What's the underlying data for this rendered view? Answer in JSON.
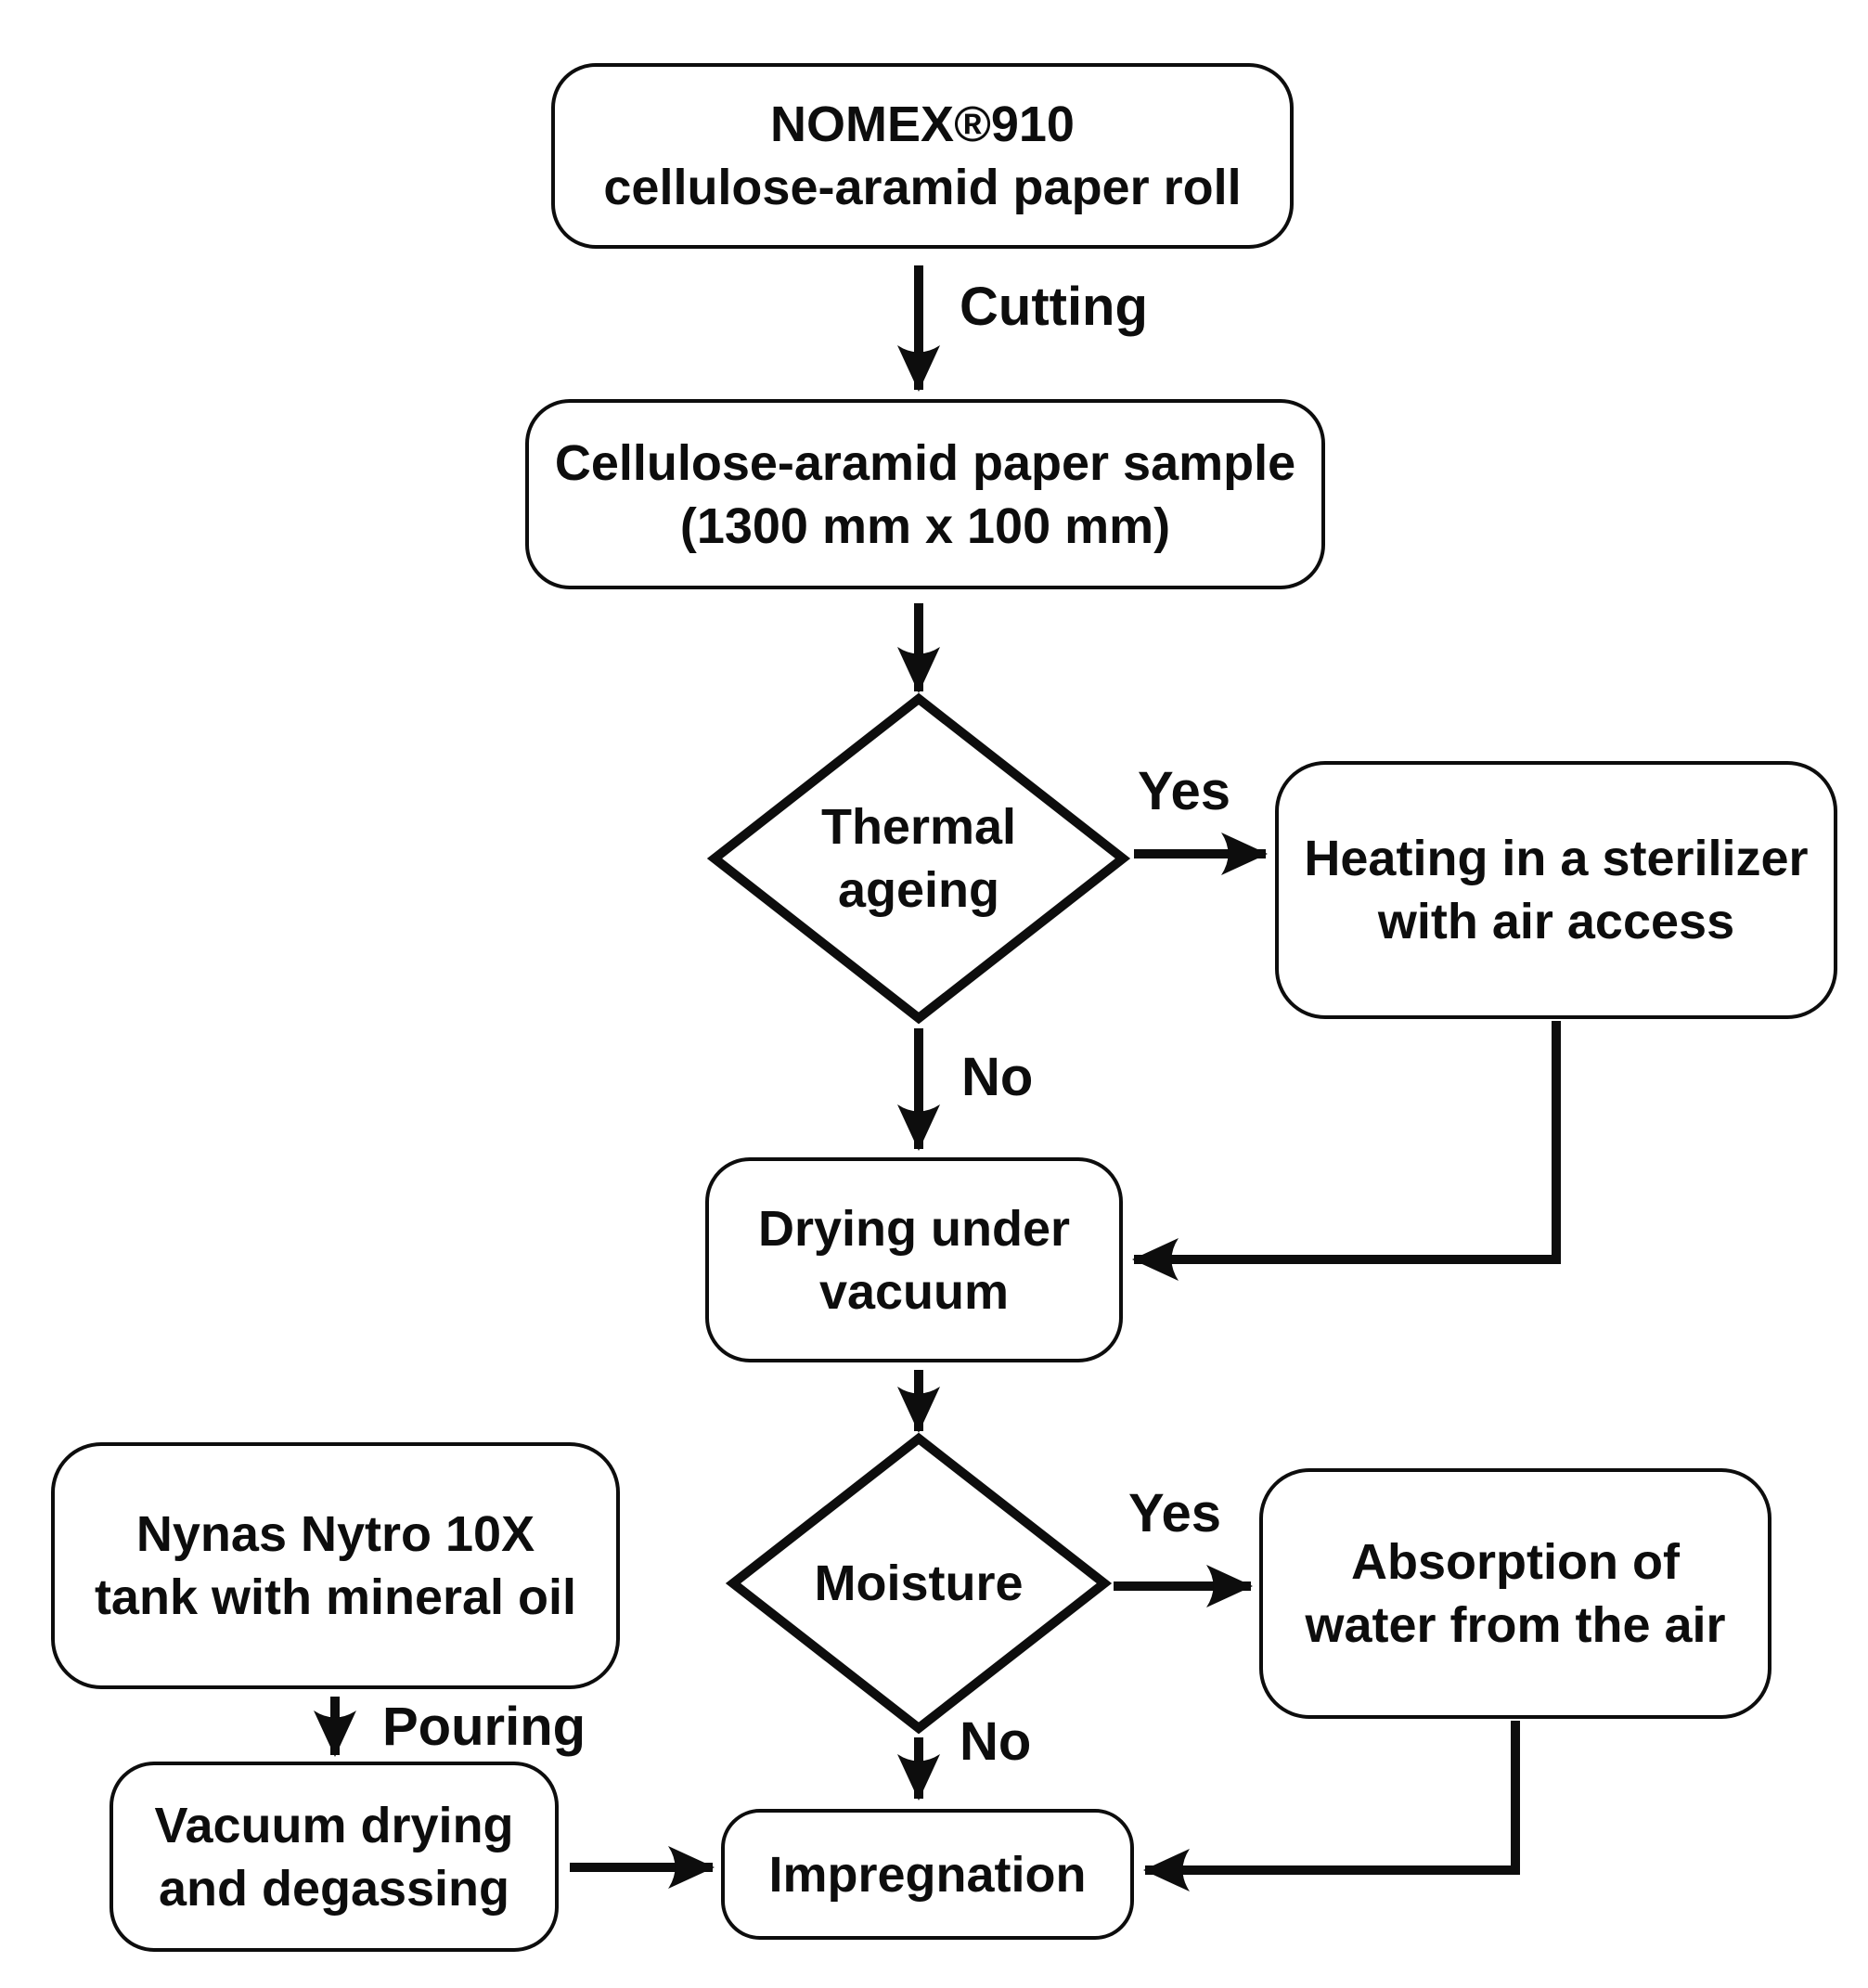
{
  "diagram": {
    "background_color": "#ffffff",
    "stroke_color": "#0d0d0d",
    "text_color": "#0d0d0d",
    "nodes": {
      "nomex_roll": {
        "shape": "rounded-rect",
        "lines": [
          "NOMEX®910",
          "cellulose-aramid paper roll"
        ]
      },
      "paper_sample": {
        "shape": "rounded-rect",
        "lines": [
          "Cellulose-aramid paper sample",
          "(1300 mm x 100 mm)"
        ]
      },
      "thermal_ageing": {
        "shape": "diamond",
        "lines": [
          "Thermal",
          "ageing"
        ]
      },
      "sterilizer": {
        "shape": "rounded-rect",
        "lines": [
          "Heating in a sterilizer",
          "with air access"
        ]
      },
      "drying_vacuum": {
        "shape": "rounded-rect",
        "lines": [
          "Drying under",
          "vacuum"
        ]
      },
      "moisture": {
        "shape": "diamond",
        "lines": [
          "Moisture"
        ]
      },
      "absorption": {
        "shape": "rounded-rect",
        "lines": [
          "Absorption of",
          "water from the air"
        ]
      },
      "nynas_tank": {
        "shape": "rounded-rect",
        "lines": [
          "Nynas Nytro 10X",
          "tank with mineral oil"
        ]
      },
      "vacuum_degassing": {
        "shape": "rounded-rect",
        "lines": [
          "Vacuum drying",
          "and degassing"
        ]
      },
      "impregnation": {
        "shape": "rounded-rect",
        "lines": [
          "Impregnation"
        ]
      }
    },
    "edge_labels": {
      "cutting": "Cutting",
      "thermal_yes": "Yes",
      "thermal_no": "No",
      "moisture_yes": "Yes",
      "moisture_no": "No",
      "pouring": "Pouring"
    }
  }
}
